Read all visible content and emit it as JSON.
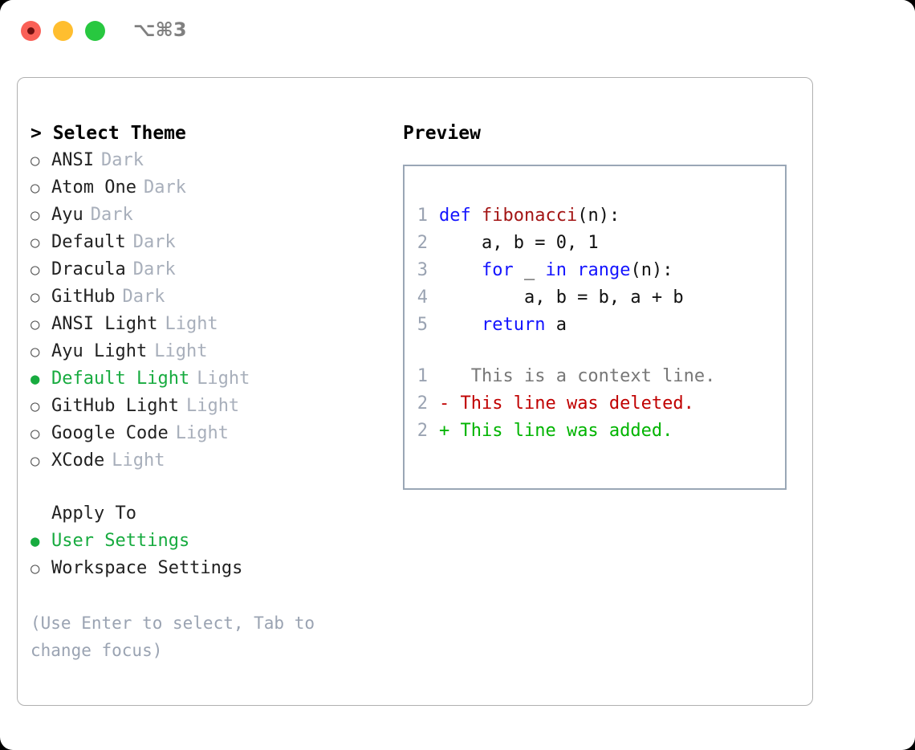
{
  "titlebar": {
    "shortcut": "⌥⌘3",
    "buttons": [
      {
        "name": "close",
        "color": "#fa6057"
      },
      {
        "name": "minimize",
        "color": "#ffbe2f"
      },
      {
        "name": "maximize",
        "color": "#28c840"
      }
    ]
  },
  "theme_picker": {
    "heading": "> Select Theme",
    "bullet_selected": "●",
    "bullet_unselected": "○",
    "items": [
      {
        "label": "ANSI",
        "variant": "Dark",
        "selected": false
      },
      {
        "label": "Atom One",
        "variant": "Dark",
        "selected": false
      },
      {
        "label": "Ayu",
        "variant": "Dark",
        "selected": false
      },
      {
        "label": "Default",
        "variant": "Dark",
        "selected": false
      },
      {
        "label": "Dracula",
        "variant": "Dark",
        "selected": false
      },
      {
        "label": "GitHub",
        "variant": "Dark",
        "selected": false
      },
      {
        "label": "ANSI Light",
        "variant": "Light",
        "selected": false
      },
      {
        "label": "Ayu Light",
        "variant": "Light",
        "selected": false
      },
      {
        "label": "Default Light",
        "variant": "Light",
        "selected": true
      },
      {
        "label": "GitHub Light",
        "variant": "Light",
        "selected": false
      },
      {
        "label": "Google Code",
        "variant": "Light",
        "selected": false
      },
      {
        "label": "XCode",
        "variant": "Light",
        "selected": false
      }
    ]
  },
  "apply_to": {
    "heading": "Apply To",
    "items": [
      {
        "label": "User Settings",
        "selected": true
      },
      {
        "label": "Workspace Settings",
        "selected": false
      }
    ]
  },
  "hint": "(Use Enter to select, Tab to change focus)",
  "preview": {
    "heading": "Preview",
    "code_lines": [
      {
        "num": "1",
        "tokens": [
          {
            "t": "def ",
            "c": "kw"
          },
          {
            "t": "fibonacci",
            "c": "fn"
          },
          {
            "t": "(n):",
            "c": "plain"
          }
        ]
      },
      {
        "num": "2",
        "tokens": [
          {
            "t": "    a, b = 0, 1",
            "c": "plain"
          }
        ]
      },
      {
        "num": "3",
        "tokens": [
          {
            "t": "    ",
            "c": "plain"
          },
          {
            "t": "for",
            "c": "kw"
          },
          {
            "t": " _ ",
            "c": "plain"
          },
          {
            "t": "in",
            "c": "kw"
          },
          {
            "t": " ",
            "c": "plain"
          },
          {
            "t": "range",
            "c": "kw"
          },
          {
            "t": "(n):",
            "c": "plain"
          }
        ]
      },
      {
        "num": "4",
        "tokens": [
          {
            "t": "        a, b = b, a + b",
            "c": "plain"
          }
        ]
      },
      {
        "num": "5",
        "tokens": [
          {
            "t": "    ",
            "c": "plain"
          },
          {
            "t": "return",
            "c": "kw"
          },
          {
            "t": " a",
            "c": "plain"
          }
        ]
      }
    ],
    "diff_lines": [
      {
        "num": "1",
        "marker": " ",
        "text": "  This is a context line.",
        "kind": "ctx"
      },
      {
        "num": "2",
        "marker": "-",
        "text": " This line was deleted.",
        "kind": "del"
      },
      {
        "num": "2",
        "marker": "+",
        "text": " This line was added.",
        "kind": "add"
      }
    ]
  },
  "colors": {
    "accent_green": "#17ab3f",
    "muted": "#a8afbb",
    "hint": "#9aa3b2",
    "keyword": "#1414ff",
    "function": "#a31515",
    "diff_added": "#00b400",
    "diff_deleted": "#c00000",
    "diff_context": "#777777"
  }
}
